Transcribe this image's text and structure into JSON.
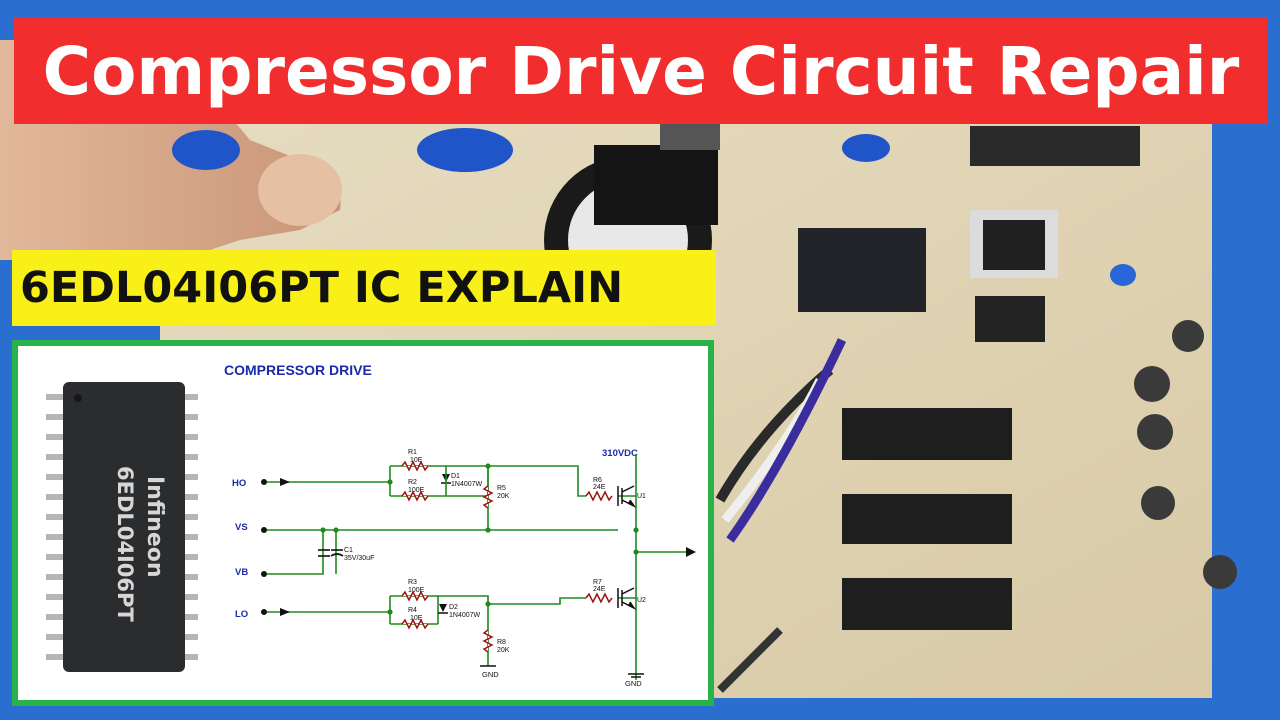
{
  "banner": {
    "title": "Compressor Drive Circuit Repair",
    "subtitle": "6EDL04I06PT IC EXPLAIN"
  },
  "colors": {
    "title_bg": "#f12d2d",
    "subtitle_bg": "#f8f017",
    "panel_border": "#28b34a",
    "wire": "#1f8a1f",
    "label_blue": "#1a2aa8",
    "component": "#a01010"
  },
  "chip": {
    "brand": "Infineon",
    "part": "6EDL04I06PT"
  },
  "diagram": {
    "title": "COMPRESSOR DRIVE",
    "supply": "310VDC",
    "inputs": [
      "HO",
      "VS",
      "VB",
      "LO"
    ],
    "ground": "GND",
    "components": {
      "r1": {
        "ref": "R1",
        "value": "10E"
      },
      "r2": {
        "ref": "R2",
        "value": "100E"
      },
      "d1": {
        "ref": "D1",
        "value": "1N4007W"
      },
      "r5": {
        "ref": "R5",
        "value": "20K"
      },
      "r6": {
        "ref": "R6",
        "value": "24E"
      },
      "u1": {
        "ref": "U1"
      },
      "c1": {
        "ref": "C1",
        "value": "35V/30uF"
      },
      "r3": {
        "ref": "R3",
        "value": "100E"
      },
      "r4": {
        "ref": "R4",
        "value": "10E"
      },
      "d2": {
        "ref": "D2",
        "value": "1N4007W"
      },
      "r7": {
        "ref": "R7",
        "value": "24E"
      },
      "u2": {
        "ref": "U2"
      },
      "r8": {
        "ref": "R8",
        "value": "20K"
      }
    }
  }
}
